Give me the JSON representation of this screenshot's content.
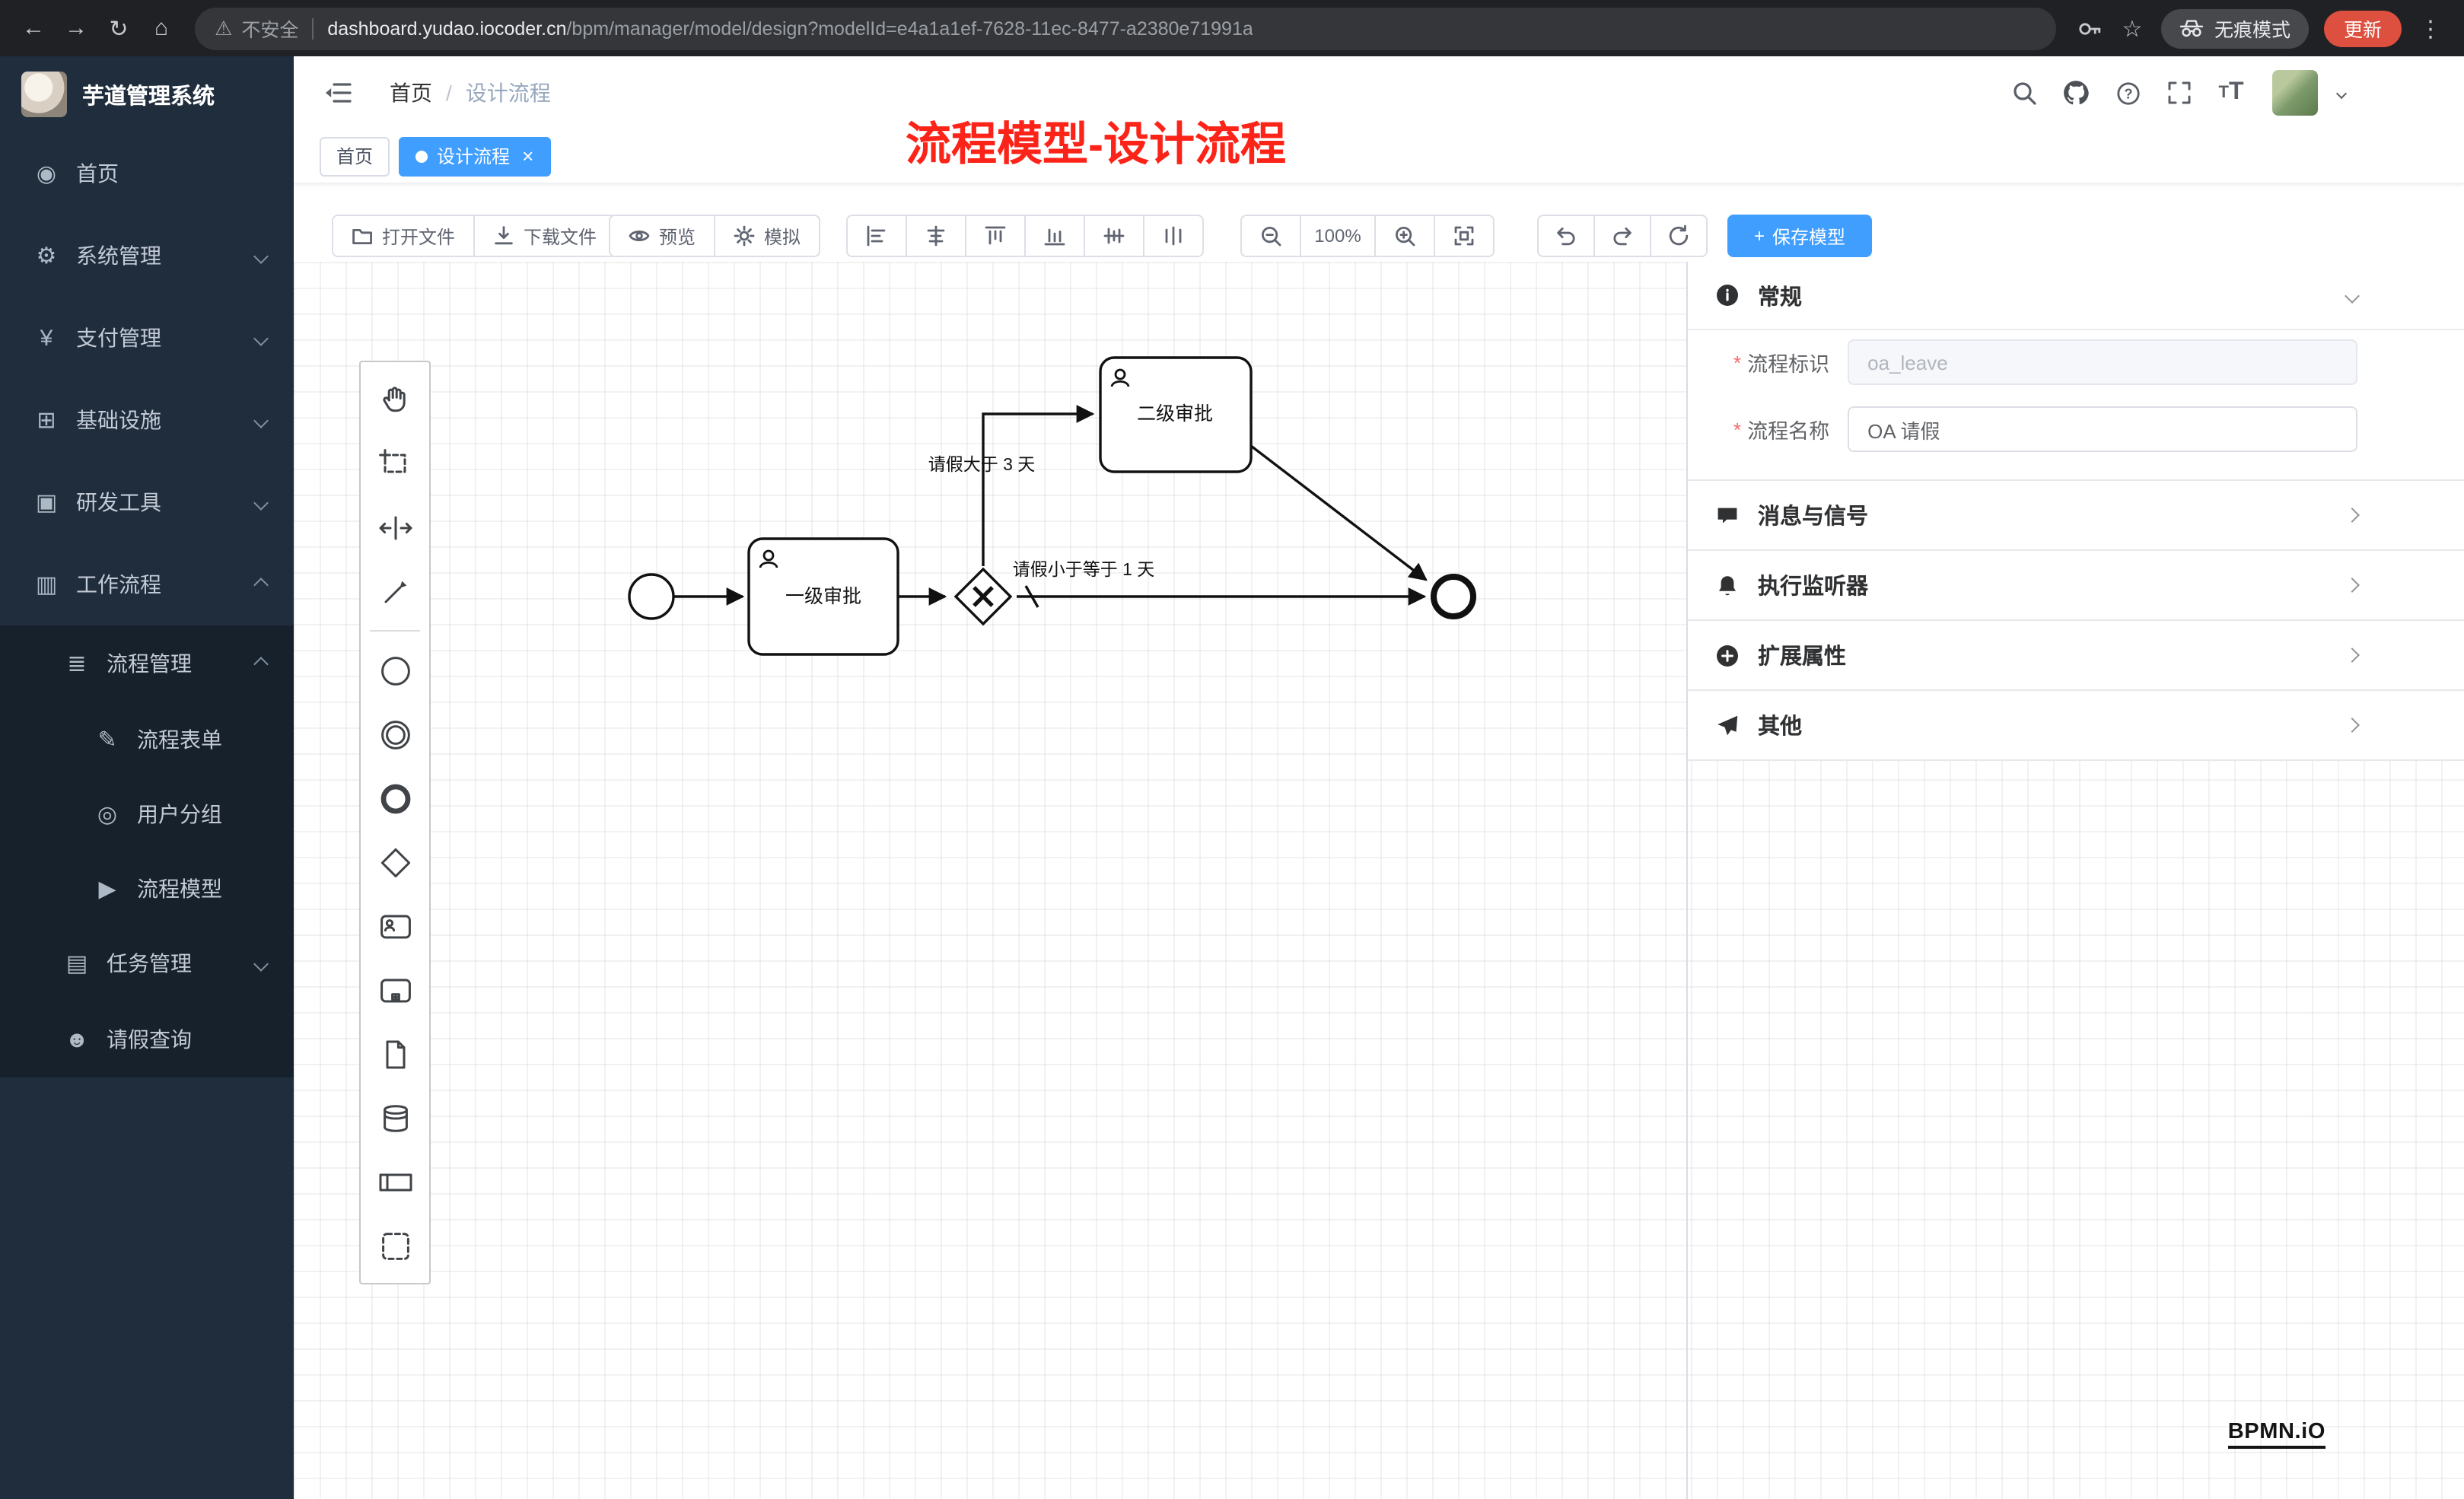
{
  "browser": {
    "security_label": "不安全",
    "url_host": "dashboard.yudao.iocoder.cn",
    "url_path": "/bpm/manager/model/design?modelId=e4a1a1ef-7628-11ec-8477-a2380e71991a",
    "incognito_label": "无痕模式",
    "update_label": "更新"
  },
  "icons": {
    "back": "←",
    "forward": "→",
    "reload": "↻",
    "home": "⌂",
    "warning": "⚠",
    "star": "☆",
    "menu_dots": "⋮"
  },
  "sidebar": {
    "app_title": "芋道管理系统",
    "items": [
      {
        "icon": "◉",
        "label": "首页"
      },
      {
        "icon": "⚙",
        "label": "系统管理"
      },
      {
        "icon": "¥",
        "label": "支付管理"
      },
      {
        "icon": "⊞",
        "label": "基础设施"
      },
      {
        "icon": "▣",
        "label": "研发工具"
      },
      {
        "icon": "▥",
        "label": "工作流程"
      },
      {
        "icon": "≣",
        "label": "流程管理"
      },
      {
        "icon": "✎",
        "label": "流程表单"
      },
      {
        "icon": "◎",
        "label": "用户分组"
      },
      {
        "icon": "▶",
        "label": "流程模型"
      },
      {
        "icon": "▤",
        "label": "任务管理"
      },
      {
        "icon": "☻",
        "label": "请假查询"
      }
    ]
  },
  "header": {
    "breadcrumb_home": "首页",
    "breadcrumb_sep": "/",
    "breadcrumb_current": "设计流程",
    "help_glyph": "?",
    "font_small": "T",
    "font_large": "T"
  },
  "tabs": {
    "home": "首页",
    "current": "设计流程",
    "close_glyph": "×"
  },
  "annotation": "流程模型-设计流程",
  "toolbar": {
    "open_file": "打开文件",
    "download_file": "下载文件",
    "preview": "预览",
    "simulate": "模拟",
    "zoom_level": "100%",
    "save_plus": "+",
    "save_model": "保存模型"
  },
  "diagram": {
    "task_level1": "一级审批",
    "task_level2": "二级审批",
    "cond_gt3": "请假大于 3 天",
    "cond_le1": "请假小于等于 1 天"
  },
  "panel": {
    "general_title": "常规",
    "required_mark": "*",
    "process_key_label": "流程标识",
    "process_key_value": "oa_leave",
    "process_name_label": "流程名称",
    "process_name_value": "OA 请假",
    "sections": [
      {
        "label": "消息与信号"
      },
      {
        "label": "执行监听器"
      },
      {
        "label": "扩展属性"
      },
      {
        "label": "其他"
      }
    ]
  },
  "watermark": "BPMN.iO",
  "colors": {
    "accent_blue": "#409eff",
    "sidebar_bg": "#1f2d3d",
    "submenu_bg": "#17212c",
    "annotation_red": "#fc2419",
    "update_red": "#dd4f3e",
    "chrome_bg": "#202124"
  }
}
